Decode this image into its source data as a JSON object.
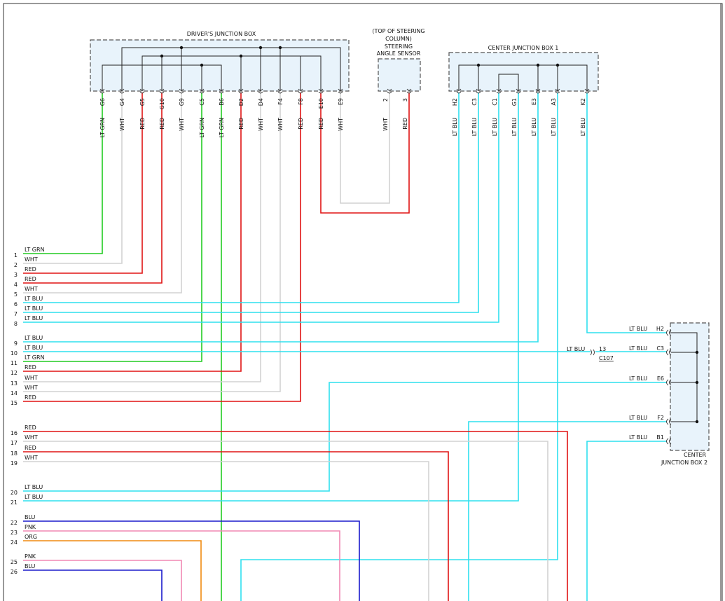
{
  "colors": {
    "LT GRN": "#22cc22",
    "WHT": "#d2d2d2",
    "RED": "#e01414",
    "LT BLU": "#2fe0ee",
    "BLU": "#1a1acc",
    "PNK": "#f089b4",
    "ORG": "#f08a10"
  },
  "drivers_box": {
    "title": "DRIVER'S JUNCTION BOX",
    "pins": [
      {
        "pin": "G6",
        "color": "LT GRN"
      },
      {
        "pin": "G4",
        "color": "WHT"
      },
      {
        "pin": "G5",
        "color": "RED"
      },
      {
        "pin": "G10",
        "color": "RED"
      },
      {
        "pin": "G9",
        "color": "WHT"
      },
      {
        "pin": "C5",
        "color": "LT GRN"
      },
      {
        "pin": "B6",
        "color": "LT GRN"
      },
      {
        "pin": "D2",
        "color": "RED"
      },
      {
        "pin": "D4",
        "color": "WHT"
      },
      {
        "pin": "F4",
        "color": "WHT"
      },
      {
        "pin": "F8",
        "color": "RED"
      },
      {
        "pin": "E10",
        "color": "RED"
      },
      {
        "pin": "E9",
        "color": "WHT"
      }
    ]
  },
  "sensor": {
    "title_lines": [
      "(TOP OF STEERING",
      "COLUMN)",
      "STEERING",
      "ANGLE SENSOR"
    ],
    "pins": [
      {
        "pin": "2",
        "color": "WHT"
      },
      {
        "pin": "3",
        "color": "RED"
      }
    ]
  },
  "cjb1": {
    "title": "CENTER JUNCTION BOX 1",
    "pins": [
      {
        "pin": "H2",
        "color": "LT BLU"
      },
      {
        "pin": "C3",
        "color": "LT BLU"
      },
      {
        "pin": "C1",
        "color": "LT BLU"
      },
      {
        "pin": "G1",
        "color": "LT BLU"
      },
      {
        "pin": "E3",
        "color": "LT BLU"
      },
      {
        "pin": "A3",
        "color": "LT BLU"
      },
      {
        "pin": "K2",
        "color": "LT BLU"
      }
    ]
  },
  "cjb2": {
    "title_lines": [
      "CENTER",
      "JUNCTION BOX 2"
    ],
    "pins": [
      {
        "pin": "H2",
        "color": "LT BLU"
      },
      {
        "pin": "C3",
        "color": "LT BLU"
      },
      {
        "pin": "E6",
        "color": "LT BLU"
      },
      {
        "pin": "F2",
        "color": "LT BLU"
      },
      {
        "pin": "B1",
        "color": "LT BLU"
      }
    ]
  },
  "inline_connector": {
    "pin": "13",
    "name": "C107",
    "wire_color": "LT BLU"
  },
  "left_wires": [
    {
      "num": "1",
      "color": "LT GRN"
    },
    {
      "num": "2",
      "color": "WHT"
    },
    {
      "num": "3",
      "color": "RED"
    },
    {
      "num": "4",
      "color": "RED"
    },
    {
      "num": "5",
      "color": "WHT"
    },
    {
      "num": "6",
      "color": "LT BLU"
    },
    {
      "num": "7",
      "color": "LT BLU"
    },
    {
      "num": "8",
      "color": "LT BLU"
    },
    {
      "num": "9",
      "color": "LT BLU"
    },
    {
      "num": "10",
      "color": "LT BLU"
    },
    {
      "num": "11",
      "color": "LT GRN"
    },
    {
      "num": "12",
      "color": "RED"
    },
    {
      "num": "13",
      "color": "WHT"
    },
    {
      "num": "14",
      "color": "WHT"
    },
    {
      "num": "15",
      "color": "RED"
    },
    {
      "num": "16",
      "color": "RED"
    },
    {
      "num": "17",
      "color": "WHT"
    },
    {
      "num": "18",
      "color": "RED"
    },
    {
      "num": "19",
      "color": "WHT"
    },
    {
      "num": "20",
      "color": "LT BLU"
    },
    {
      "num": "21",
      "color": "LT BLU"
    },
    {
      "num": "22",
      "color": "BLU"
    },
    {
      "num": "23",
      "color": "PNK"
    },
    {
      "num": "24",
      "color": "ORG"
    },
    {
      "num": "25",
      "color": "PNK"
    },
    {
      "num": "26",
      "color": "BLU"
    }
  ]
}
